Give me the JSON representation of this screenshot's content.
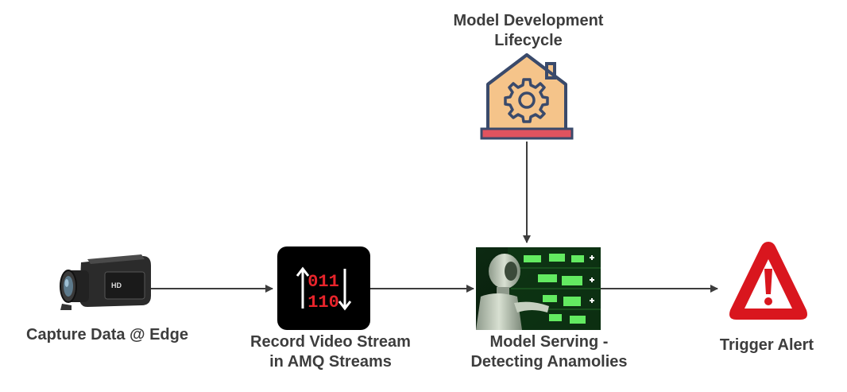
{
  "model_dev": {
    "line1": "Model Development",
    "line2": "Lifecycle",
    "icon": "gear-house-icon"
  },
  "capture": {
    "label": "Capture Data @ Edge",
    "icon": "camcorder-icon",
    "device_text": "HD"
  },
  "record": {
    "line1": "Record Video Stream",
    "line2": "in AMQ Streams",
    "icon": "binary-stream-icon",
    "bits_top": "011",
    "bits_bottom": "110"
  },
  "serving": {
    "line1": "Model Serving -",
    "line2": "Detecting Anamolies",
    "icon": "robot-stock-board-image"
  },
  "alert": {
    "label": "Trigger Alert",
    "icon": "warning-triangle-icon"
  },
  "colors": {
    "text": "#3d3d3d",
    "arrow": "#3d3d3d",
    "house_fill": "#f5c48a",
    "house_stroke": "#3a4a6b",
    "house_base": "#e0535f",
    "stream_red": "#e8242b",
    "alert_red": "#d9161e"
  }
}
